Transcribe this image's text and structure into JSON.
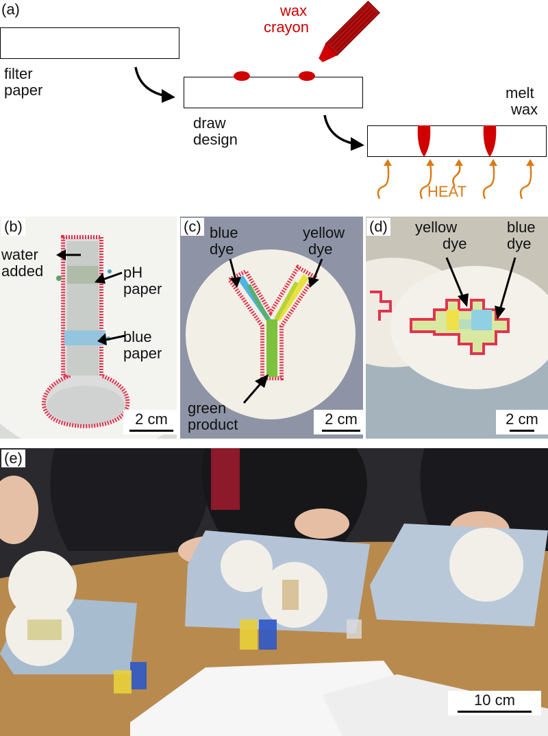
{
  "panel_a": {
    "tag": "(a)",
    "filter_paper_label": [
      "filter",
      "paper"
    ],
    "wax_crayon_label": [
      "wax",
      "crayon"
    ],
    "draw_design_label": [
      "draw",
      "design"
    ],
    "melt_wax_label": [
      "melt",
      "wax"
    ],
    "heat_label": "HEAT"
  },
  "panel_b": {
    "tag": "(b)",
    "water_added_label": [
      "water",
      "added"
    ],
    "ph_paper_label": [
      "pH",
      "paper"
    ],
    "blue_paper_label": [
      "blue",
      "paper"
    ],
    "scale_label": "2 cm"
  },
  "panel_c": {
    "tag": "(c)",
    "blue_dye_label": [
      "blue",
      "dye"
    ],
    "yellow_dye_label": [
      "yellow",
      "dye"
    ],
    "green_product_label": [
      "green",
      "product"
    ],
    "scale_label": "2 cm"
  },
  "panel_d": {
    "tag": "(d)",
    "yellow_dye_label": [
      "yellow",
      "dye"
    ],
    "blue_dye_label": [
      "blue",
      "dye"
    ],
    "scale_label": "2 cm"
  },
  "panel_e": {
    "tag": "(e)",
    "scale_label": "10 cm"
  },
  "colors": {
    "wax_red": "#d00000",
    "heat_orange": "#d97a16",
    "wax_line_pink": "#e0344f",
    "blue_dye": "#4fb4e0",
    "yellow_dye": "#e8e23a",
    "green_product": "#7dc23c"
  }
}
